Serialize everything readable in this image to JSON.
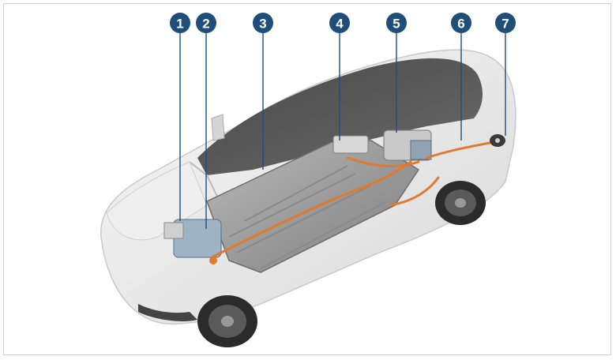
{
  "callouts": [
    {
      "id": 1,
      "label": "1"
    },
    {
      "id": 2,
      "label": "2"
    },
    {
      "id": 3,
      "label": "3"
    },
    {
      "id": 4,
      "label": "4"
    },
    {
      "id": 5,
      "label": "5"
    },
    {
      "id": 6,
      "label": "6"
    },
    {
      "id": 7,
      "label": "7"
    }
  ],
  "colors": {
    "callout_fill": "#1f4e79",
    "leader_line": "#1f4e79",
    "car_body": "#e9e9e9",
    "battery": "#9a9a9a",
    "hv_cable": "#e07a2e",
    "tire": "#2b2b2b"
  }
}
